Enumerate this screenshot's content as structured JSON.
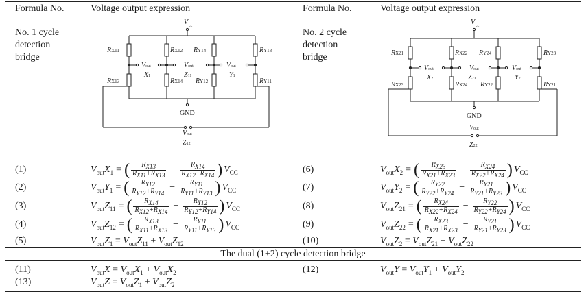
{
  "header": {
    "col1": "Formula No.",
    "col2": "Voltage output expression",
    "col3": "Formula No.",
    "col4": "Voltage output expression"
  },
  "bridge1": {
    "label_lines": [
      "No. 1 cycle",
      "detection",
      "bridge"
    ],
    "vcc": "V",
    "vcc_sub": "cc",
    "gnd": "GND",
    "resistors": {
      "rx11": "X11",
      "rx12": "X12",
      "ry14": "Y14",
      "ry13": "Y13",
      "rx13": "X13",
      "rx14": "X14",
      "ry12": "Y12",
      "ry11": "Y11"
    },
    "outputs": {
      "x": "X",
      "x_sub": "1",
      "z": "Z",
      "z_sub": "11",
      "y": "Y",
      "y_sub": "1",
      "z2": "Z",
      "z2_sub": "12"
    },
    "vout": "V",
    "vout_sub": "out"
  },
  "bridge2": {
    "label_lines": [
      "No. 2 cycle",
      "detection",
      "bridge"
    ],
    "vcc": "V",
    "vcc_sub": "cc",
    "gnd": "GND",
    "resistors": {
      "rx21": "X21",
      "rx22": "X22",
      "ry24": "Y24",
      "ry23": "Y23",
      "rx23": "X23",
      "rx24": "X24",
      "ry22": "Y22",
      "ry21": "Y21"
    },
    "outputs": {
      "x": "X",
      "x_sub": "2",
      "z": "Z",
      "z_sub": "21",
      "y": "Y",
      "y_sub": "2",
      "z2": "Z",
      "z2_sub": "22"
    },
    "vout": "V",
    "vout_sub": "out"
  },
  "equations_left": [
    {
      "no": "(1)",
      "lhs": "V",
      "lhs_sub": "out",
      "lhs_var": "X",
      "lhs_var_sub": "1",
      "n1": "X13",
      "d1": "X11",
      "d1b": "X13",
      "n2": "X14",
      "d2": "X12",
      "d2b": "X14"
    },
    {
      "no": "(2)",
      "lhs": "V",
      "lhs_sub": "out",
      "lhs_var": "Y",
      "lhs_var_sub": "1",
      "n1": "Y12",
      "d1": "Y12",
      "d1b": "Y14",
      "n2": "Y11",
      "d2": "Y11",
      "d2b": "Y13"
    },
    {
      "no": "(3)",
      "lhs": "V",
      "lhs_sub": "out",
      "lhs_var": "Z",
      "lhs_var_sub": "11",
      "n1": "X14",
      "d1": "X12",
      "d1b": "X14",
      "n2": "Y12",
      "d2": "Y12",
      "d2b": "Y14"
    },
    {
      "no": "(4)",
      "lhs": "V",
      "lhs_sub": "out",
      "lhs_var": "Z",
      "lhs_var_sub": "12",
      "n1": "X13",
      "d1": "X11",
      "d1b": "X13",
      "n2": "Y11",
      "d2": "Y11",
      "d2b": "Y13"
    }
  ],
  "equations_right": [
    {
      "no": "(6)",
      "lhs": "V",
      "lhs_sub": "out",
      "lhs_var": "X",
      "lhs_var_sub": "2",
      "n1": "X23",
      "d1": "X21",
      "d1b": "X23",
      "n2": "X24",
      "d2": "X22",
      "d2b": "X24"
    },
    {
      "no": "(7)",
      "lhs": "V",
      "lhs_sub": "out",
      "lhs_var": "Y",
      "lhs_var_sub": "2",
      "n1": "Y22",
      "d1": "Y22",
      "d1b": "Y24",
      "n2": "Y21",
      "d2": "Y21",
      "d2b": "Y23"
    },
    {
      "no": "(8)",
      "lhs": "V",
      "lhs_sub": "out",
      "lhs_var": "Z",
      "lhs_var_sub": "21",
      "n1": "X24",
      "d1": "X22",
      "d1b": "X24",
      "n2": "Y22",
      "d2": "Y22",
      "d2b": "Y24"
    },
    {
      "no": "(9)",
      "lhs": "V",
      "lhs_sub": "out",
      "lhs_var": "Z",
      "lhs_var_sub": "22",
      "n1": "X23",
      "d1": "X21",
      "d1b": "X23",
      "n2": "Y21",
      "d2": "Y21",
      "d2b": "Y23"
    }
  ],
  "sum_left": {
    "no": "(5)",
    "text": "V",
    "a": "Z",
    "a_sub": "1",
    "b": "Z",
    "b_sub": "11",
    "c": "Z",
    "c_sub": "12"
  },
  "sum_right": {
    "no": "(10)",
    "text": "V",
    "a": "Z",
    "a_sub": "2",
    "b": "Z",
    "b_sub": "21",
    "c": "Z",
    "c_sub": "22"
  },
  "dual_title": "The dual (1+2) cycle detection bridge",
  "dual": [
    {
      "no": "(11)",
      "a": "X",
      "b": "X",
      "b_sub": "1",
      "c": "X",
      "c_sub": "2"
    },
    {
      "no": "(13)",
      "a": "Z",
      "b": "Z",
      "b_sub": "1",
      "c": "Z",
      "c_sub": "2"
    },
    {
      "no": "(12)",
      "a": "Y",
      "b": "Y",
      "b_sub": "1",
      "c": "Y",
      "c_sub": "2"
    }
  ],
  "symbols": {
    "R": "R",
    "out": "out",
    "CC": "CC",
    "V": "V",
    "plus": "+",
    "minus": "−",
    "equals": "="
  }
}
